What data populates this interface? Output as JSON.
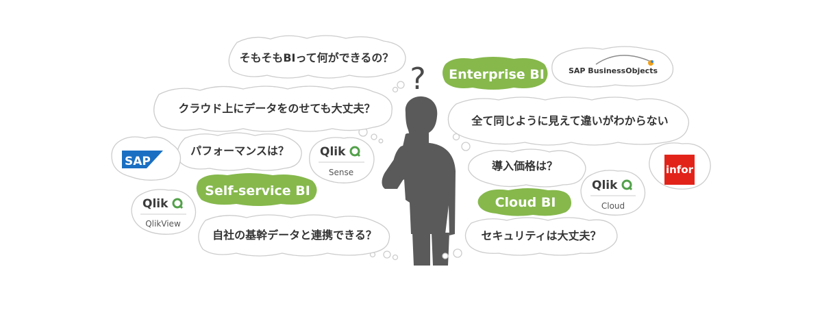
{
  "questions": {
    "q1": "そもそもBIって何ができるの？",
    "q2": "クラウド上にデータをのせても大丈夫？",
    "q3": "パフォーマンスは？",
    "q4": "自社の基幹データと連携できる？",
    "q5": "全て同じように見えて違いがわからない",
    "q6": "導入価格は？",
    "q7": "セキュリティは大丈夫？"
  },
  "tags": {
    "enterprise": "Enterprise BI",
    "self_service": "Self-service BI",
    "cloud": "Cloud BI"
  },
  "logos": {
    "sap": "SAP",
    "sap_bo": "SAP BusinessObjects",
    "infor": "infor",
    "qlik": "Qlik",
    "qlik_sense": "Sense",
    "qlik_view": "QlikView",
    "qlik_cloud": "Cloud"
  },
  "question_mark": "?",
  "colors": {
    "green": "#86b84c",
    "silhouette": "#5a5a5a",
    "cloud_stroke": "#cccccc",
    "sap_blue": "#1a6fc2",
    "infor_red": "#e2231a",
    "qlik_green": "#52a04a"
  }
}
